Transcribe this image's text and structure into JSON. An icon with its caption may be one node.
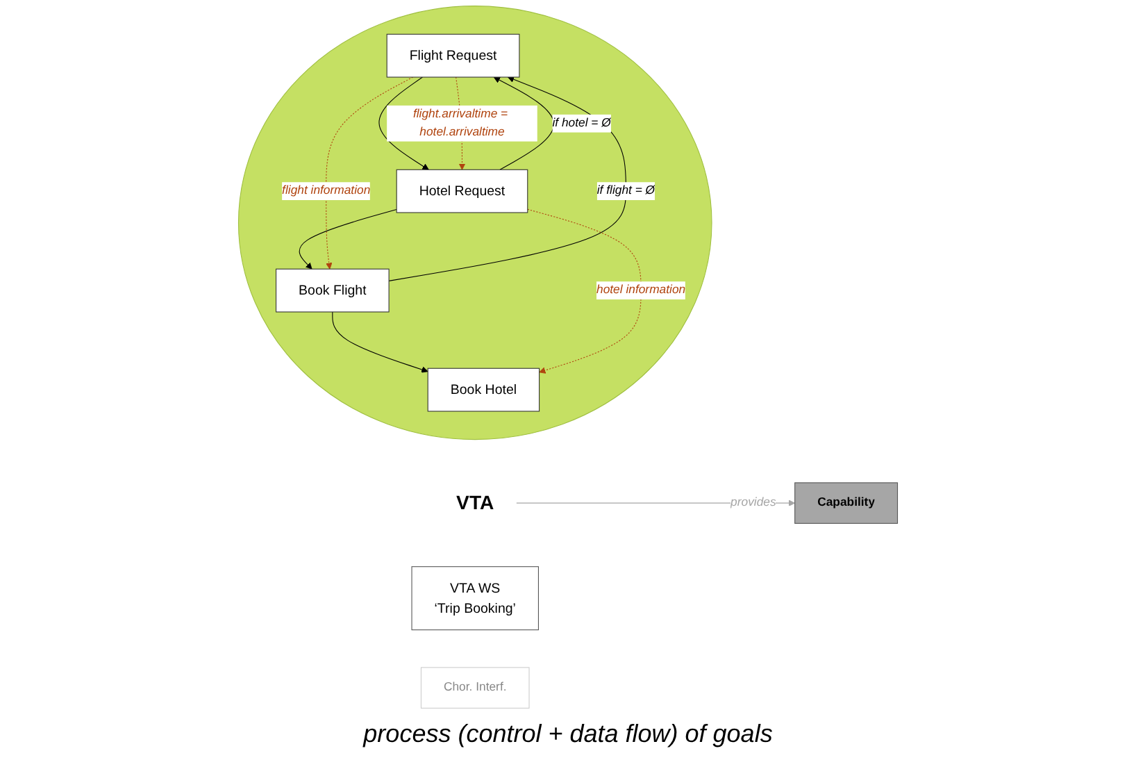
{
  "diagram": {
    "caption": "process (control + data flow) of goals",
    "nodes": [
      {
        "text": [
          "VTA"
        ]
      },
      {
        "text": [
          "Capability"
        ]
      },
      {
        "text": [
          "VTA WS",
          "‘Trip Booking’"
        ]
      },
      {
        "text": [
          "Chor. Interf."
        ]
      },
      {
        "text": [],
        "shape": "ellipse"
      },
      {
        "text": [
          "Flight Request"
        ],
        "in": 4
      },
      {
        "text": [
          "Hotel Request"
        ],
        "in": 4
      },
      {
        "text": [
          "Book Flight"
        ],
        "in": 4
      },
      {
        "text": [
          "Book Hotel"
        ],
        "in": 4
      }
    ],
    "edges": [
      {
        "from": 0,
        "to": 1,
        "arrow": "to",
        "label": "provides",
        "color": "#a6a6a6"
      },
      {
        "from": 5,
        "to": 6,
        "arrow": "to"
      },
      {
        "from": 6,
        "to": 5,
        "arrow": "to",
        "label": "if hotel = Ø"
      },
      {
        "from": 7,
        "to": 5,
        "arrow": "to",
        "label": "if flight = Ø"
      },
      {
        "from": 6,
        "to": 7,
        "arrow": "to"
      },
      {
        "from": 7,
        "to": 8,
        "arrow": "to"
      },
      {
        "from": 5,
        "to": 6,
        "arrow": "to",
        "style": "dashed",
        "color": "#b0440f",
        "label": "flight.arrivaltime = hotel.arrivaltime"
      },
      {
        "from": 5,
        "to": 7,
        "arrow": "to",
        "style": "dashed",
        "color": "#b0440f",
        "label": "flight information"
      },
      {
        "from": 6,
        "to": 8,
        "arrow": "to",
        "style": "dashed",
        "color": "#b0440f",
        "label": "hotel information"
      }
    ]
  }
}
